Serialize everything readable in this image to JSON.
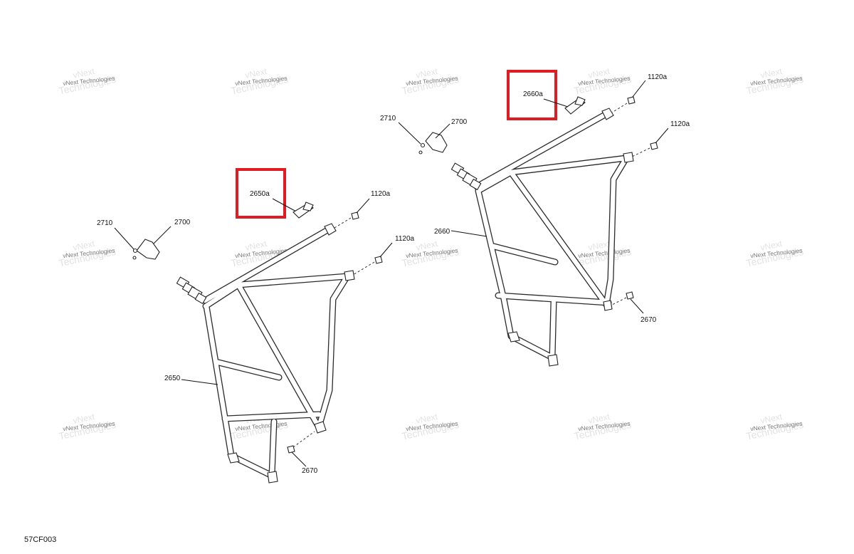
{
  "watermark": {
    "line1": "vNext",
    "line2": "Technologies",
    "line3": "vNext Technologies"
  },
  "diagram_code": "57CF003",
  "left_assembly": {
    "frame_label": "2650",
    "highlight_label": "2650a",
    "bracket_label": "2700",
    "screw_label": "2710",
    "fastener_top_label": "1120a",
    "fastener_mid_label": "1120a",
    "bottom_fastener_label": "2670"
  },
  "right_assembly": {
    "frame_label": "2660",
    "highlight_label": "2660a",
    "bracket_label": "2700",
    "screw_label": "2710",
    "fastener_top_label": "1120a",
    "fastener_mid_label": "1120a",
    "bottom_fastener_label": "2670"
  },
  "colors": {
    "highlight": "#e01b22",
    "line": "#2b2b2b",
    "watermark": "#e2e2e2"
  }
}
